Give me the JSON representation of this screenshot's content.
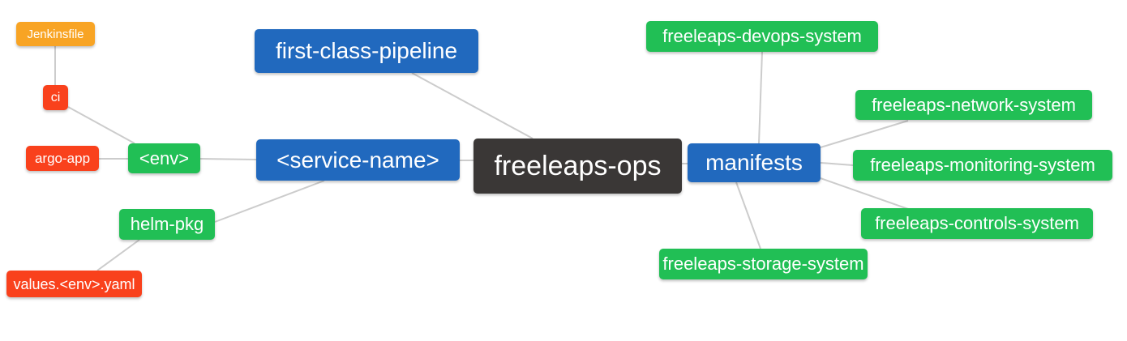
{
  "diagram": {
    "type": "mindmap",
    "background": "#ffffff",
    "edge_color": "#cccccc",
    "palette": {
      "blue": "#2169BE",
      "green": "#21BF55",
      "red": "#F9411C",
      "orange": "#F8A424",
      "dark": "#3A3736",
      "text": "#ffffff"
    },
    "nodes": {
      "jenkinsfile": {
        "label": "Jenkinsfile",
        "color": "#F8A424"
      },
      "ci": {
        "label": "ci",
        "color": "#F9411C"
      },
      "argo_app": {
        "label": "argo-app",
        "color": "#F9411C"
      },
      "env": {
        "label": "<env>",
        "color": "#21BF55"
      },
      "helm_pkg": {
        "label": "helm-pkg",
        "color": "#21BF55"
      },
      "values_env_yaml": {
        "label": "values.<env>.yaml",
        "color": "#F9411C"
      },
      "first_class_pipeline": {
        "label": "first-class-pipeline",
        "color": "#2169BE"
      },
      "service_name": {
        "label": "<service-name>",
        "color": "#2169BE"
      },
      "freeleaps_ops": {
        "label": "freeleaps-ops",
        "color": "#3A3736"
      },
      "manifests": {
        "label": "manifests",
        "color": "#2169BE"
      },
      "devops_system": {
        "label": "freeleaps-devops-system",
        "color": "#21BF55"
      },
      "network_system": {
        "label": "freeleaps-network-system",
        "color": "#21BF55"
      },
      "monitoring_system": {
        "label": "freeleaps-monitoring-system",
        "color": "#21BF55"
      },
      "controls_system": {
        "label": "freeleaps-controls-system",
        "color": "#21BF55"
      },
      "storage_system": {
        "label": "freeleaps-storage-system",
        "color": "#21BF55"
      }
    },
    "edges": [
      [
        "jenkinsfile",
        "ci"
      ],
      [
        "ci",
        "env"
      ],
      [
        "argo_app",
        "env"
      ],
      [
        "env",
        "service_name"
      ],
      [
        "helm_pkg",
        "service_name"
      ],
      [
        "values_env_yaml",
        "helm_pkg"
      ],
      [
        "first_class_pipeline",
        "freeleaps_ops"
      ],
      [
        "service_name",
        "freeleaps_ops"
      ],
      [
        "freeleaps_ops",
        "manifests"
      ],
      [
        "devops_system",
        "manifests"
      ],
      [
        "manifests",
        "network_system"
      ],
      [
        "manifests",
        "monitoring_system"
      ],
      [
        "manifests",
        "controls_system"
      ],
      [
        "manifests",
        "storage_system"
      ]
    ]
  }
}
